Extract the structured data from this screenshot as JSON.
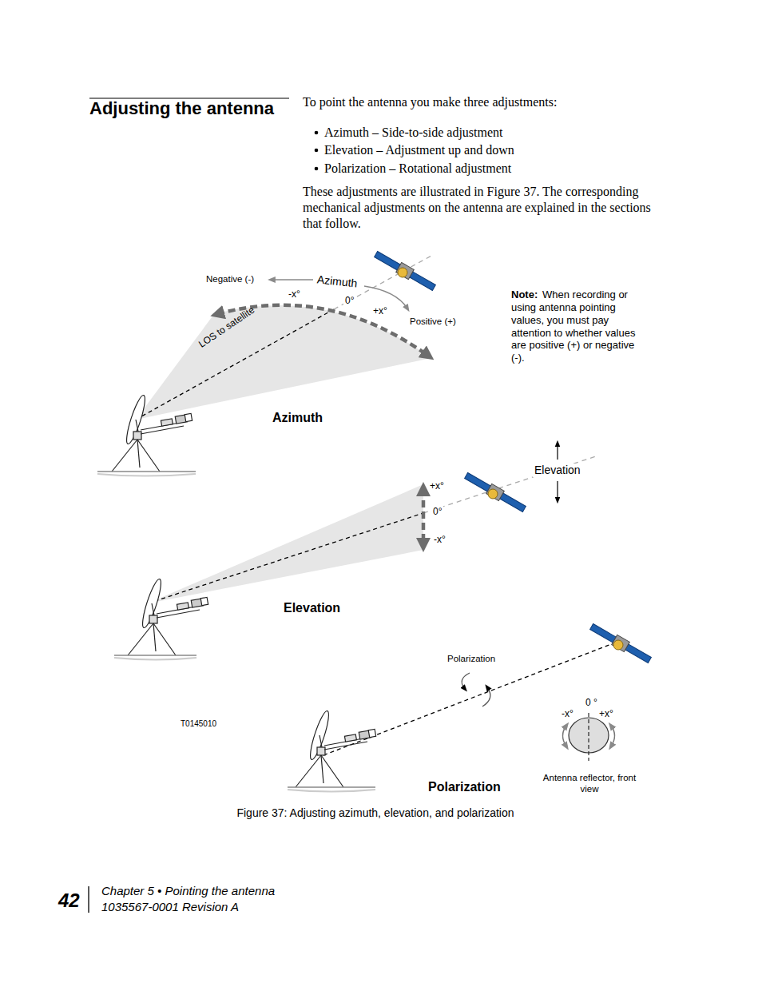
{
  "diagram": {
    "title": "Adjusting the antenna",
    "caption": "Figure 37: Adjusting azimuth, elevation, and polarization",
    "labels": [
      "To point the antenna you make three adjustments:",
      "Azimuth – Side-to-side adjustment",
      "Elevation – Adjustment up and down",
      "Polarization – Rotational adjustment",
      "These adjustments are illustrated in Figure 37. The corresponding mechanical adjustments on the antenna are explained in the sections that follow.",
      "Negative (-)",
      "Azimuth",
      "-x°",
      "0°",
      "+x°",
      "Positive (+)",
      "LOS to satellite",
      "Note:",
      "When recording or using antenna pointing values, you must pay attention to whether values are positive (+) or negative (-).",
      "Azimuth",
      "+x°",
      "0°",
      "-x°",
      "Elevation",
      "Elevation",
      "Polarization",
      "T0145010",
      "0 °",
      "-x°",
      "+x°",
      "Antenna reflector, front view",
      "Polarization",
      "42",
      "Chapter 5 • Pointing the antenna",
      "1035567-0001 Revision A"
    ]
  }
}
